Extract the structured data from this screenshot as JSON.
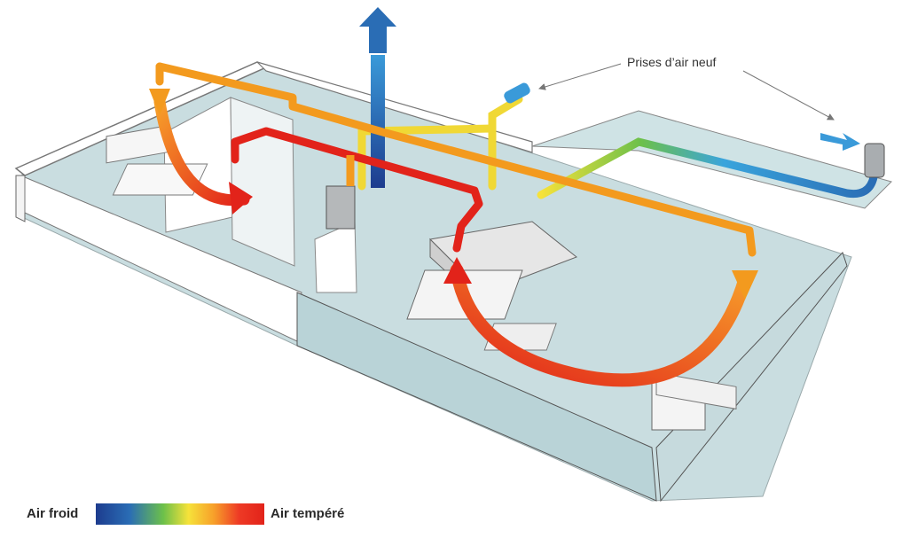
{
  "callout": {
    "label": "Prises d’air neuf"
  },
  "legend": {
    "cold_label": "Air froid",
    "warm_label": "Air tempéré",
    "gradient_colors": [
      "#1d3c8e",
      "#2a6db5",
      "#6cc04a",
      "#f6e23a",
      "#f7a02a",
      "#ee3a25",
      "#e2231a"
    ]
  },
  "colors": {
    "cold_air": "#1d3c8e",
    "fresh_air": "#3a9ad9",
    "tempered_air": "#e2231a",
    "warm_duct": "#f39a1e"
  }
}
